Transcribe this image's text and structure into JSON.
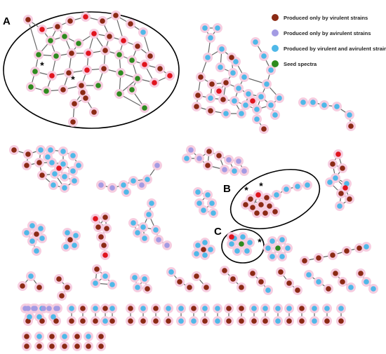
{
  "legend": {
    "items": [
      {
        "label": "Produced only by virulent strains",
        "color": "#8b2a14"
      },
      {
        "label": "Produced only by avirulent strains",
        "color": "#a39be3"
      },
      {
        "label": "Produced by virulent and avirulent strains",
        "color": "#4fb8e8"
      },
      {
        "label": "Seed spectra",
        "color": "#2e8b1e"
      }
    ]
  },
  "panels": {
    "a": "A",
    "b": "B",
    "c": "C"
  },
  "colors": {
    "virulent": "#8b2a14",
    "avirulent": "#a39be3",
    "both": "#4fb8e8",
    "seed": "#2e8b1e",
    "highlight_red": "#e0141e",
    "halo": "#f6cde0",
    "edge": "#666666"
  },
  "markers": {
    "seed_asterisk": "*"
  }
}
